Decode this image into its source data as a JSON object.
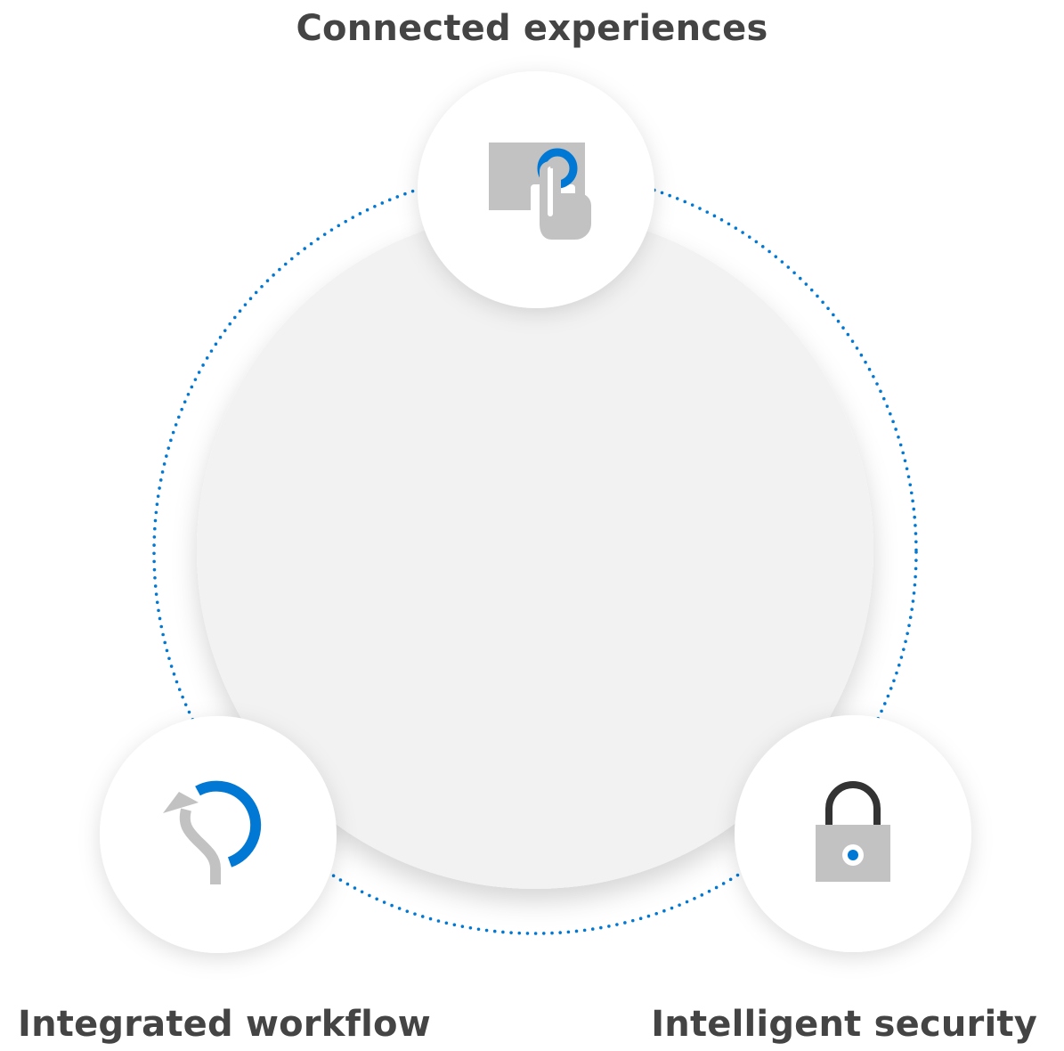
{
  "colors": {
    "accent": "#0078d4",
    "text": "#444444",
    "icon_gray": "#c2c2c2",
    "center_circle": "#f2f2f2",
    "lock_shackle": "#333333",
    "node_fill": "#ffffff"
  },
  "diagram": {
    "nodes": [
      {
        "label": "Connected experiences",
        "icon": "touch-screen-icon"
      },
      {
        "label": "Integrated workflow",
        "icon": "refresh-arrow-icon"
      },
      {
        "label": "Intelligent security",
        "icon": "padlock-icon"
      }
    ],
    "connector_style": "dotted"
  }
}
